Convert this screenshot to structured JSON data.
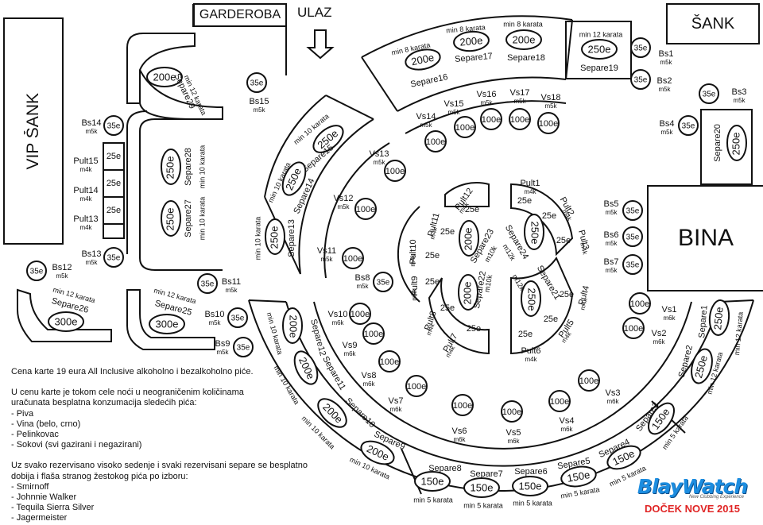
{
  "rooms": {
    "vip_bar": "VIP ŠANK",
    "cloakroom": "GARDEROBA",
    "entrance": "ULAZ",
    "bar": "ŠANK",
    "stage": "BINA"
  },
  "info": {
    "line1": "Cena karte 19 eura All Inclusive alkoholno i bezalkoholno piće.",
    "line2": "U cenu karte je tokom cele noći u neograničenim količinama",
    "line3": "uračunata besplatna konzumacija sledećih pića:",
    "drinks": [
      "- Piva",
      "- Vina (belo, crno)",
      "- Pelinkovac",
      "- Sokovi (svi gazirani i negazirani)"
    ],
    "line4": "Uz svako rezervisano visoko sedenje i svaki rezervisani separe se besplatno",
    "line5": "dobija i flaša stranog žestokog pića po izboru:",
    "spirits": [
      "- Smirnoff",
      "- Johnnie Walker",
      "- Tequila Sierra Silver",
      "- Jagermeister"
    ]
  },
  "logo": {
    "brand": "BlayWatch",
    "tagline": "New Clubbing Experience",
    "event": "DOČEK NOVE 2015"
  },
  "zones": [
    {
      "kind": "separe",
      "name": "Separe29",
      "price": "200e",
      "min": "min 12 karata"
    },
    {
      "kind": "separe",
      "name": "Separe28",
      "price": "250e",
      "min": "min 10 karata"
    },
    {
      "kind": "separe",
      "name": "Separe27",
      "price": "250e",
      "min": "min 10 karata"
    },
    {
      "kind": "separe",
      "name": "Separe26",
      "price": "300e",
      "min": "min 12 karata"
    },
    {
      "kind": "separe",
      "name": "Separe25",
      "price": "300e",
      "min": "min 12 karata"
    },
    {
      "kind": "separe",
      "name": "Separe15",
      "price": "250e",
      "min": "min 10 karata"
    },
    {
      "kind": "separe",
      "name": "Separe14",
      "price": "250e",
      "min": "min 10 karata"
    },
    {
      "kind": "separe",
      "name": "Separe13",
      "price": "250e",
      "min": "min 10 karata"
    },
    {
      "kind": "separe",
      "name": "Separe16",
      "price": "200e",
      "min": "min 8 karata"
    },
    {
      "kind": "separe",
      "name": "Separe17",
      "price": "200e",
      "min": "min 8 karata"
    },
    {
      "kind": "separe",
      "name": "Separe18",
      "price": "200e",
      "min": "min 8 karata"
    },
    {
      "kind": "separe",
      "name": "Separe19",
      "price": "250e",
      "min": "min 12 karata"
    },
    {
      "kind": "separe",
      "name": "Separe20",
      "price": "250e",
      "min": ""
    },
    {
      "kind": "separe",
      "name": "Separe12",
      "price": "200e",
      "min": "min 10 karata"
    },
    {
      "kind": "separe",
      "name": "Separe11",
      "price": "200e",
      "min": "min 10 karata"
    },
    {
      "kind": "separe",
      "name": "Separe10",
      "price": "200e",
      "min": "min 10 karata"
    },
    {
      "kind": "separe",
      "name": "Separe9",
      "price": "200e",
      "min": "min 10 karata"
    },
    {
      "kind": "separe",
      "name": "Separe8",
      "price": "150e",
      "min": "min 5 karata"
    },
    {
      "kind": "separe",
      "name": "Separe7",
      "price": "150e",
      "min": "min 5 karata"
    },
    {
      "kind": "separe",
      "name": "Separe6",
      "price": "150e",
      "min": "min 5 karata"
    },
    {
      "kind": "separe",
      "name": "Separe5",
      "price": "150e",
      "min": "min 5 karata"
    },
    {
      "kind": "separe",
      "name": "Separe4",
      "price": "150e",
      "min": "min 5 karata"
    },
    {
      "kind": "separe",
      "name": "Separe3",
      "price": "150e",
      "min": "min 5 karata"
    },
    {
      "kind": "separe",
      "name": "Separe2",
      "price": "250e",
      "min": "min 12 karata"
    },
    {
      "kind": "separe",
      "name": "Separe1",
      "price": "250e",
      "min": "min 12 karata"
    },
    {
      "kind": "separe",
      "name": "Separe21",
      "price": "250e",
      "min": "m12k"
    },
    {
      "kind": "separe",
      "name": "Separe22",
      "price": "200e",
      "min": "m10k"
    },
    {
      "kind": "separe",
      "name": "Separe23",
      "price": "200e",
      "min": "m10k"
    },
    {
      "kind": "separe",
      "name": "Separe24",
      "price": "250e",
      "min": "m12k"
    },
    {
      "kind": "bs",
      "name": "Bs1",
      "price": "35e",
      "min": "m5k"
    },
    {
      "kind": "bs",
      "name": "Bs2",
      "price": "35e",
      "min": "m5k"
    },
    {
      "kind": "bs",
      "name": "Bs3",
      "price": "35e",
      "min": "m5k"
    },
    {
      "kind": "bs",
      "name": "Bs4",
      "price": "35e",
      "min": "m5k"
    },
    {
      "kind": "bs",
      "name": "Bs5",
      "price": "35e",
      "min": "m5k"
    },
    {
      "kind": "bs",
      "name": "Bs6",
      "price": "35e",
      "min": "m5k"
    },
    {
      "kind": "bs",
      "name": "Bs7",
      "price": "35e",
      "min": "m5k"
    },
    {
      "kind": "bs",
      "name": "Bs8",
      "price": "35e",
      "min": "m5k"
    },
    {
      "kind": "bs",
      "name": "Bs9",
      "price": "35e",
      "min": "m5k"
    },
    {
      "kind": "bs",
      "name": "Bs10",
      "price": "35e",
      "min": "m5k"
    },
    {
      "kind": "bs",
      "name": "Bs11",
      "price": "35e",
      "min": "m5k"
    },
    {
      "kind": "bs",
      "name": "Bs12",
      "price": "35e",
      "min": "m5k"
    },
    {
      "kind": "bs",
      "name": "Bs13",
      "price": "35e",
      "min": "m5k"
    },
    {
      "kind": "bs",
      "name": "Bs14",
      "price": "35e",
      "min": "m5k"
    },
    {
      "kind": "bs",
      "name": "Bs15",
      "price": "35e",
      "min": "m5k"
    },
    {
      "kind": "vs",
      "name": "Vs1",
      "price": "100e",
      "min": "m6k"
    },
    {
      "kind": "vs",
      "name": "Vs2",
      "price": "100e",
      "min": "m6k"
    },
    {
      "kind": "vs",
      "name": "Vs3",
      "price": "100e",
      "min": "m6k"
    },
    {
      "kind": "vs",
      "name": "Vs4",
      "price": "100e",
      "min": "m6k"
    },
    {
      "kind": "vs",
      "name": "Vs5",
      "price": "100e",
      "min": "m6k"
    },
    {
      "kind": "vs",
      "name": "Vs6",
      "price": "100e",
      "min": "m6k"
    },
    {
      "kind": "vs",
      "name": "Vs7",
      "price": "100e",
      "min": "m6k"
    },
    {
      "kind": "vs",
      "name": "Vs8",
      "price": "100e",
      "min": "m6k"
    },
    {
      "kind": "vs",
      "name": "Vs9",
      "price": "100e",
      "min": "m6k"
    },
    {
      "kind": "vs",
      "name": "Vs10",
      "price": "100e",
      "min": "m6k"
    },
    {
      "kind": "vs",
      "name": "Vs11",
      "price": "100e",
      "min": "m5k"
    },
    {
      "kind": "vs",
      "name": "Vs12",
      "price": "100e",
      "min": "m5k"
    },
    {
      "kind": "vs",
      "name": "Vs13",
      "price": "100e",
      "min": "m5k"
    },
    {
      "kind": "vs",
      "name": "Vs14",
      "price": "100e",
      "min": "m5k"
    },
    {
      "kind": "vs",
      "name": "Vs15",
      "price": "100e",
      "min": "m5k"
    },
    {
      "kind": "vs",
      "name": "Vs16",
      "price": "100e",
      "min": "m5k"
    },
    {
      "kind": "vs",
      "name": "Vs17",
      "price": "100e",
      "min": "m5k"
    },
    {
      "kind": "vs",
      "name": "Vs18",
      "price": "100e",
      "min": "m5k"
    },
    {
      "kind": "pult",
      "name": "Pult1",
      "price": "25e",
      "min": "m4k"
    },
    {
      "kind": "pult",
      "name": "Pult2",
      "price": "25e",
      "min": "m4k"
    },
    {
      "kind": "pult",
      "name": "Pult3",
      "price": "25e",
      "min": "m4k"
    },
    {
      "kind": "pult",
      "name": "Pult4",
      "price": "25e",
      "min": "m4k"
    },
    {
      "kind": "pult",
      "name": "Pult5",
      "price": "25e",
      "min": "m4k"
    },
    {
      "kind": "pult",
      "name": "Pult6",
      "price": "25e",
      "min": "m4k"
    },
    {
      "kind": "pult",
      "name": "Pult7",
      "price": "25e",
      "min": "m4k"
    },
    {
      "kind": "pult",
      "name": "Pult8",
      "price": "25e",
      "min": "m4k"
    },
    {
      "kind": "pult",
      "name": "Pult9",
      "price": "25e",
      "min": "m4k"
    },
    {
      "kind": "pult",
      "name": "Pult10",
      "price": "25e",
      "min": "m4k"
    },
    {
      "kind": "pult",
      "name": "Pult11",
      "price": "25e",
      "min": "m4k"
    },
    {
      "kind": "pult",
      "name": "Pult12",
      "price": "25e",
      "min": "m4k"
    },
    {
      "kind": "pult",
      "name": "Pult13",
      "price": "25e",
      "min": "m4k"
    },
    {
      "kind": "pult",
      "name": "Pult14",
      "price": "25e",
      "min": "m4k"
    },
    {
      "kind": "pult",
      "name": "Pult15",
      "price": "25e",
      "min": "m4k"
    }
  ]
}
